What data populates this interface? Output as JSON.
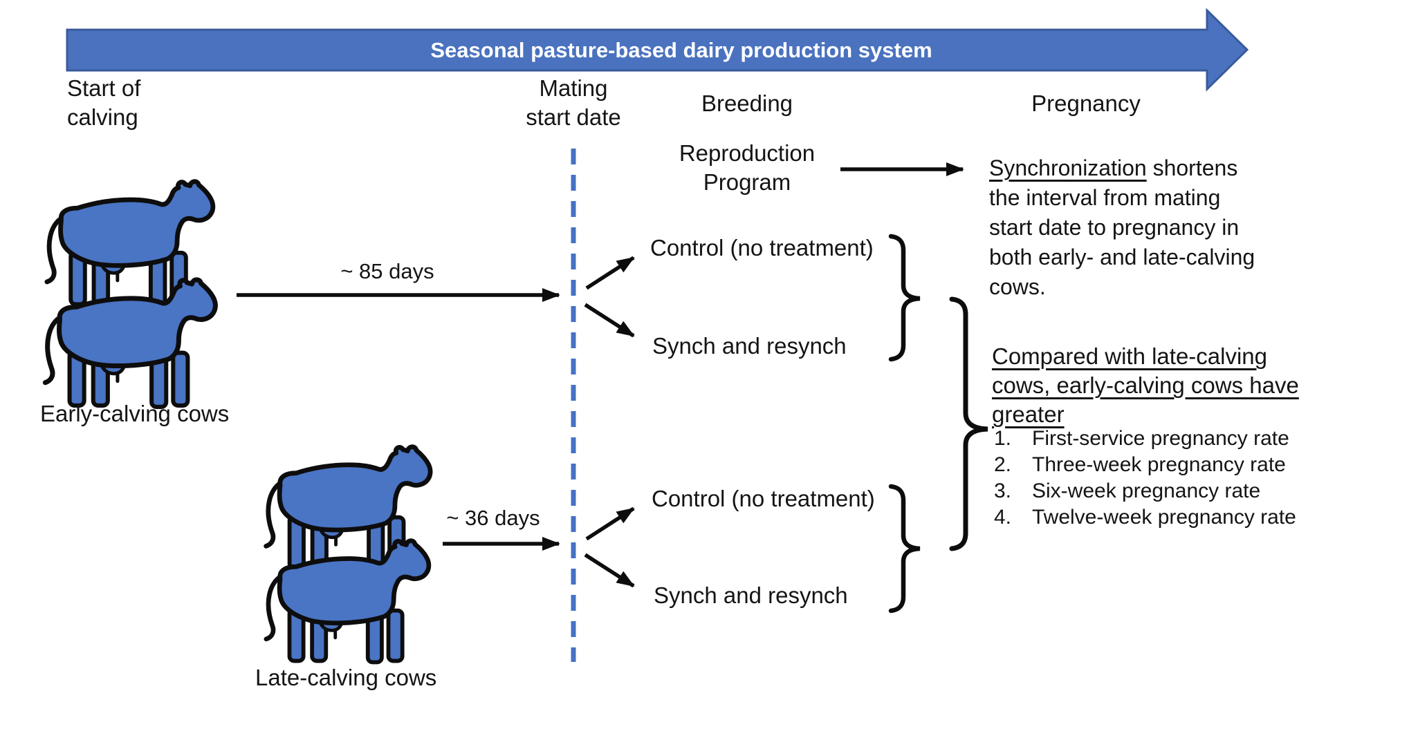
{
  "banner": {
    "title": "Seasonal pasture-based dairy production system"
  },
  "headers": {
    "start_of_calving": {
      "line1": "Start of",
      "line2": "calving"
    },
    "mating_start_date": {
      "line1": "Mating",
      "line2": "start date"
    },
    "breeding": "Breeding",
    "pregnancy": "Pregnancy"
  },
  "reproduction_program": {
    "line1": "Reproduction",
    "line2": "Program"
  },
  "timeline": {
    "early_interval": "~ 85 days",
    "late_interval": "~ 36 days"
  },
  "groups": {
    "early": {
      "label": "Early-calving cows",
      "control": "Control (no treatment)",
      "synch": "Synch and resynch"
    },
    "late": {
      "label": "Late-calving cows",
      "control": "Control (no treatment)",
      "synch": "Synch and resynch"
    }
  },
  "synchronization_note": {
    "term": "Synchronization",
    "line1_rest": " shortens",
    "line2": "the interval from mating",
    "line3": "start date to pregnancy in",
    "line4": "both early- and late-calving",
    "line5": "cows."
  },
  "comparison_note": {
    "heading_line1": "Compared with late-calving",
    "heading_line2": "cows, early-calving cows have",
    "heading_line3": "greater",
    "items": [
      {
        "num": "1.",
        "text": "First-service pregnancy rate"
      },
      {
        "num": "2.",
        "text": "Three-week pregnancy rate"
      },
      {
        "num": "3.",
        "text": "Six-week pregnancy rate"
      },
      {
        "num": "4.",
        "text": "Twelve-week pregnancy rate"
      }
    ]
  },
  "colors": {
    "banner_fill": "#4a72be",
    "banner_border": "#3a5a9c",
    "cow_fill": "#4a74c4",
    "dash_line": "#4472c4",
    "text": "#141414"
  }
}
